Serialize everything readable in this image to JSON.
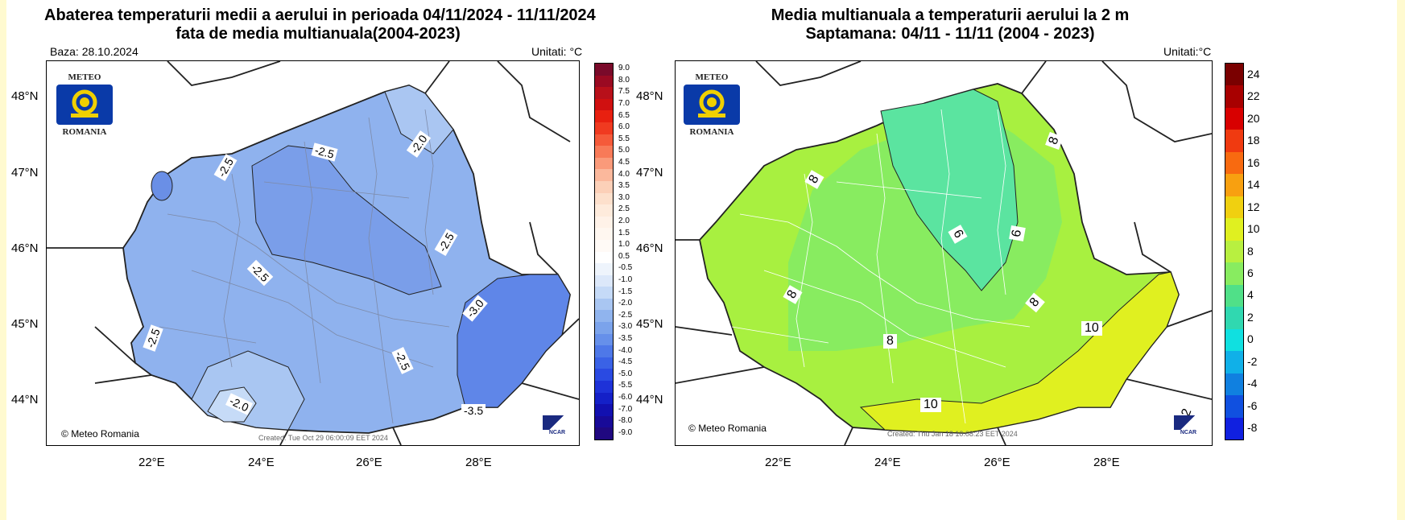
{
  "left_map": {
    "title_line1": "Abaterea temperaturii medii a aerului in perioada 04/11/2024 - 11/11/2024",
    "title_line2": "fata de media multianuala(2004-2023)",
    "base_label": "Baza: 28.10.2024",
    "units_label": "Unitati: °C",
    "credit": "Meteo Romania",
    "created": "Created: Tue Oct 29 06:00:09 EET 2024",
    "lat_ticks": [
      "48°N",
      "47°N",
      "46°N",
      "45°N",
      "44°N"
    ],
    "lon_ticks": [
      "22°E",
      "24°E",
      "26°E",
      "28°E"
    ],
    "contour_labels": [
      "-2.5",
      "-2.5",
      "-2.0",
      "-2.5",
      "-2.5",
      "-3.0",
      "-2.5",
      "-2.5",
      "-2.0",
      "-3.5"
    ],
    "colorbar_labels": [
      "9.0",
      "8.0",
      "7.5",
      "7.0",
      "6.5",
      "6.0",
      "5.5",
      "5.0",
      "4.5",
      "4.0",
      "3.5",
      "3.0",
      "2.5",
      "2.0",
      "1.5",
      "1.0",
      "0.5",
      "-0.5",
      "-1.0",
      "-1.5",
      "-2.0",
      "-2.5",
      "-3.0",
      "-3.5",
      "-4.0",
      "-4.5",
      "-5.0",
      "-5.5",
      "-6.0",
      "-7.0",
      "-8.0",
      "-9.0"
    ],
    "colorbar_colors": [
      "#7a0a2a",
      "#9a0a22",
      "#b8101a",
      "#d01010",
      "#e82010",
      "#f03a20",
      "#f55a3a",
      "#f87a58",
      "#fa9a7a",
      "#fbb89c",
      "#fcd0b8",
      "#fde0cc",
      "#feebdc",
      "#fff2e8",
      "#fff7f0",
      "#fffaf6",
      "#ffffff",
      "#eef4fc",
      "#dce8fa",
      "#c5daf7",
      "#a9c6f2",
      "#90b4ee",
      "#7ba3eb",
      "#6690ea",
      "#4e78e8",
      "#3a62e6",
      "#2a4ae2",
      "#1e32d8",
      "#1420c8",
      "#1210b0",
      "#180a98",
      "#200880"
    ]
  },
  "right_map": {
    "title_line1": "Media multianuala a temperaturii aerului la 2 m",
    "title_line2": "Saptamana: 04/11 - 11/11 (2004 - 2023)",
    "units_label": "Unitati:°C",
    "credit": "Meteo Romania",
    "created": "Created: Thu Jan 18 10:08:23 EET 2024",
    "lat_ticks": [
      "48°N",
      "47°N",
      "46°N",
      "45°N",
      "44°N"
    ],
    "lon_ticks": [
      "22°E",
      "24°E",
      "26°E",
      "28°E"
    ],
    "contour_labels": [
      "8",
      "8",
      "6",
      "6",
      "8",
      "8",
      "8",
      "10",
      "10",
      "12"
    ],
    "colorbar_labels": [
      "24",
      "22",
      "20",
      "18",
      "16",
      "14",
      "12",
      "10",
      "8",
      "6",
      "4",
      "2",
      "0",
      "-2",
      "-4",
      "-6",
      "-8"
    ],
    "colorbar_colors": [
      "#7a0000",
      "#a80000",
      "#d80000",
      "#f03a10",
      "#f86a10",
      "#f8a010",
      "#f0d010",
      "#e0f020",
      "#b8f040",
      "#88ec60",
      "#50e088",
      "#30d8b0",
      "#10e0e0",
      "#10b0e8",
      "#1080e0",
      "#1050e0",
      "#1020e0"
    ]
  },
  "logo": {
    "top": "METEO",
    "bottom": "ROMANIA"
  },
  "ncar": "NCAR"
}
